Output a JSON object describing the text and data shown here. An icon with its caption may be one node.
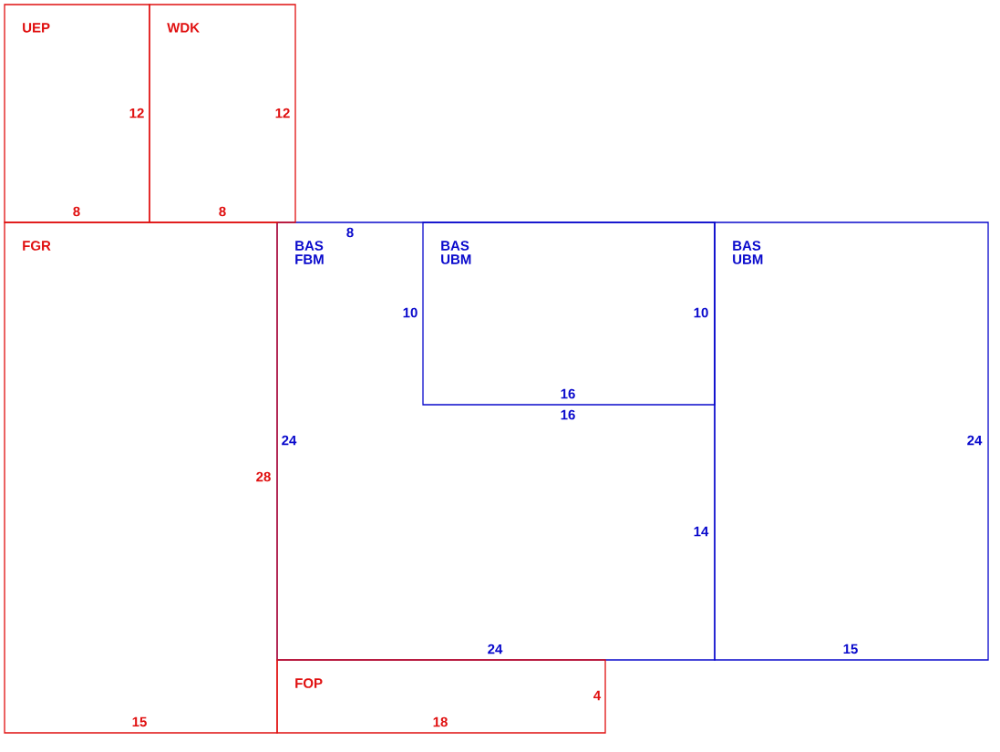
{
  "diagram": {
    "nodes": [
      {
        "text": [
          "UEP",
          "12",
          "8"
        ]
      },
      {
        "text": [
          "WDK",
          "12",
          "8"
        ]
      },
      {
        "text": [
          "FGR",
          "28",
          "15"
        ]
      },
      {
        "text": [
          "BAS FBM",
          "8",
          "10",
          "24",
          "16",
          "14",
          "24"
        ]
      },
      {
        "text": [
          "BAS UBM",
          "10",
          "16"
        ],
        "in": 3
      },
      {
        "text": [
          "BAS UBM",
          "24",
          "15"
        ]
      },
      {
        "text": [
          "FOP",
          "4",
          "18"
        ]
      }
    ]
  }
}
